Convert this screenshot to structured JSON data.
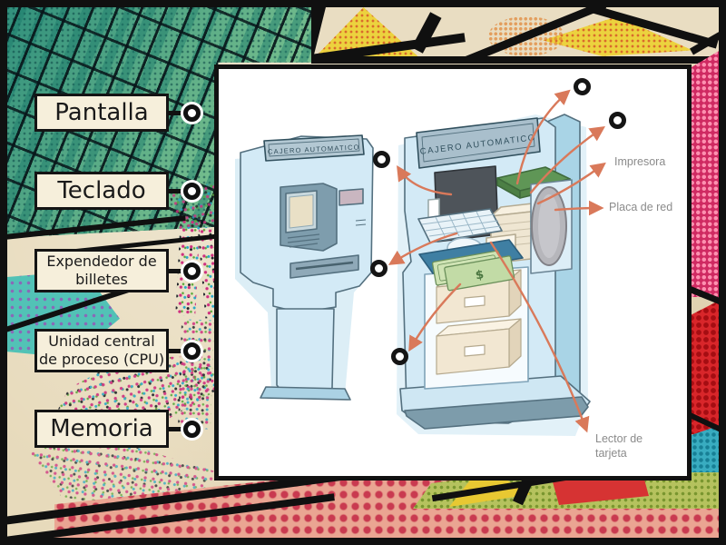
{
  "activity": {
    "type": "labelled-diagram",
    "labels": [
      {
        "id": "pantalla",
        "text": "Pantalla"
      },
      {
        "id": "teclado",
        "text": "Teclado"
      },
      {
        "id": "expendedor",
        "text": "Expendedor de billetes"
      },
      {
        "id": "cpu",
        "text": "Unidad central de proceso (CPU)"
      },
      {
        "id": "memoria",
        "text": "Memoria"
      }
    ],
    "drop_targets_count": 5
  },
  "diagram": {
    "machine_sign": "CAJERO AUTOMATICO",
    "annotations": {
      "printer": "Impresora",
      "network_card": "Placa de red",
      "card_reader_line1": "Lector de",
      "card_reader_line2": "tarjeta"
    },
    "bill_symbol": "$"
  },
  "colors": {
    "label_background": "#f6efdb",
    "label_border": "#141414",
    "label_text": "#1a1a1a",
    "panel_background": "#ffffff",
    "panel_border": "#111111",
    "arrow": "#d9795a",
    "annotation_text": "#8b8b8b",
    "atm_body": "#d3eaf6",
    "atm_side": "#a9d4e6",
    "atm_base_band": "#7d9cab",
    "target_ring": "#151515",
    "background_beige": "#e7dabb",
    "buildings_teal": "#3d9a87",
    "red_halftone": "#c93a50",
    "pink_halftone": "#cf2a62",
    "green_halftone": "#b5c25e"
  }
}
